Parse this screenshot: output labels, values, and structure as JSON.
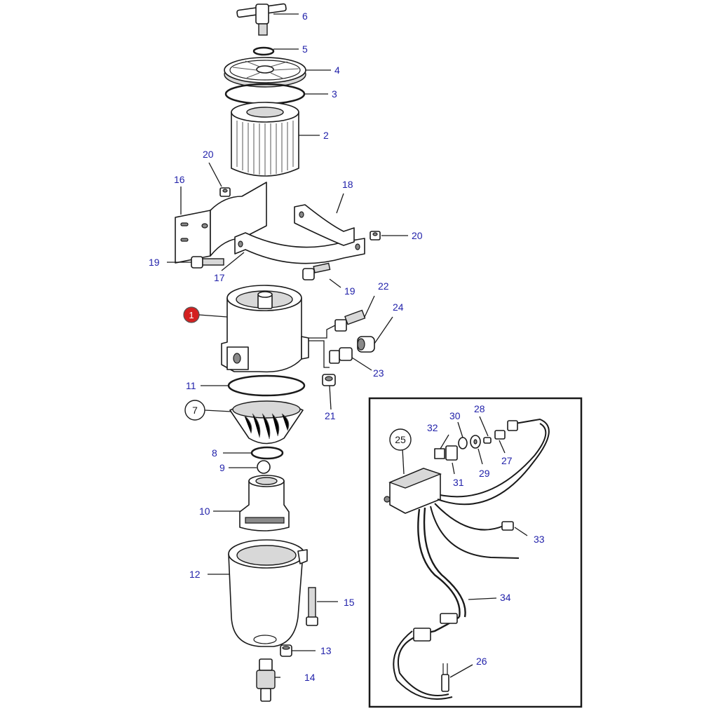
{
  "colors": {
    "callout_text": "#2222aa",
    "highlight_badge": "#d42020",
    "line": "#1a1a1a",
    "background": "#ffffff"
  },
  "callouts": {
    "c1": "1",
    "c2": "2",
    "c3": "3",
    "c4": "4",
    "c5": "5",
    "c6": "6",
    "c7": "7",
    "c8": "8",
    "c9": "9",
    "c10": "10",
    "c11": "11",
    "c12": "12",
    "c13": "13",
    "c14": "14",
    "c15": "15",
    "c16": "16",
    "c17": "17",
    "c18": "18",
    "c19a": "19",
    "c19b": "19",
    "c20a": "20",
    "c20b": "20",
    "c21": "21",
    "c22": "22",
    "c23": "23",
    "c24": "24",
    "c25": "25",
    "c26": "26",
    "c27": "27",
    "c28": "28",
    "c29": "29",
    "c30": "30",
    "c31": "31",
    "c32": "32",
    "c33": "33",
    "c34": "34"
  }
}
